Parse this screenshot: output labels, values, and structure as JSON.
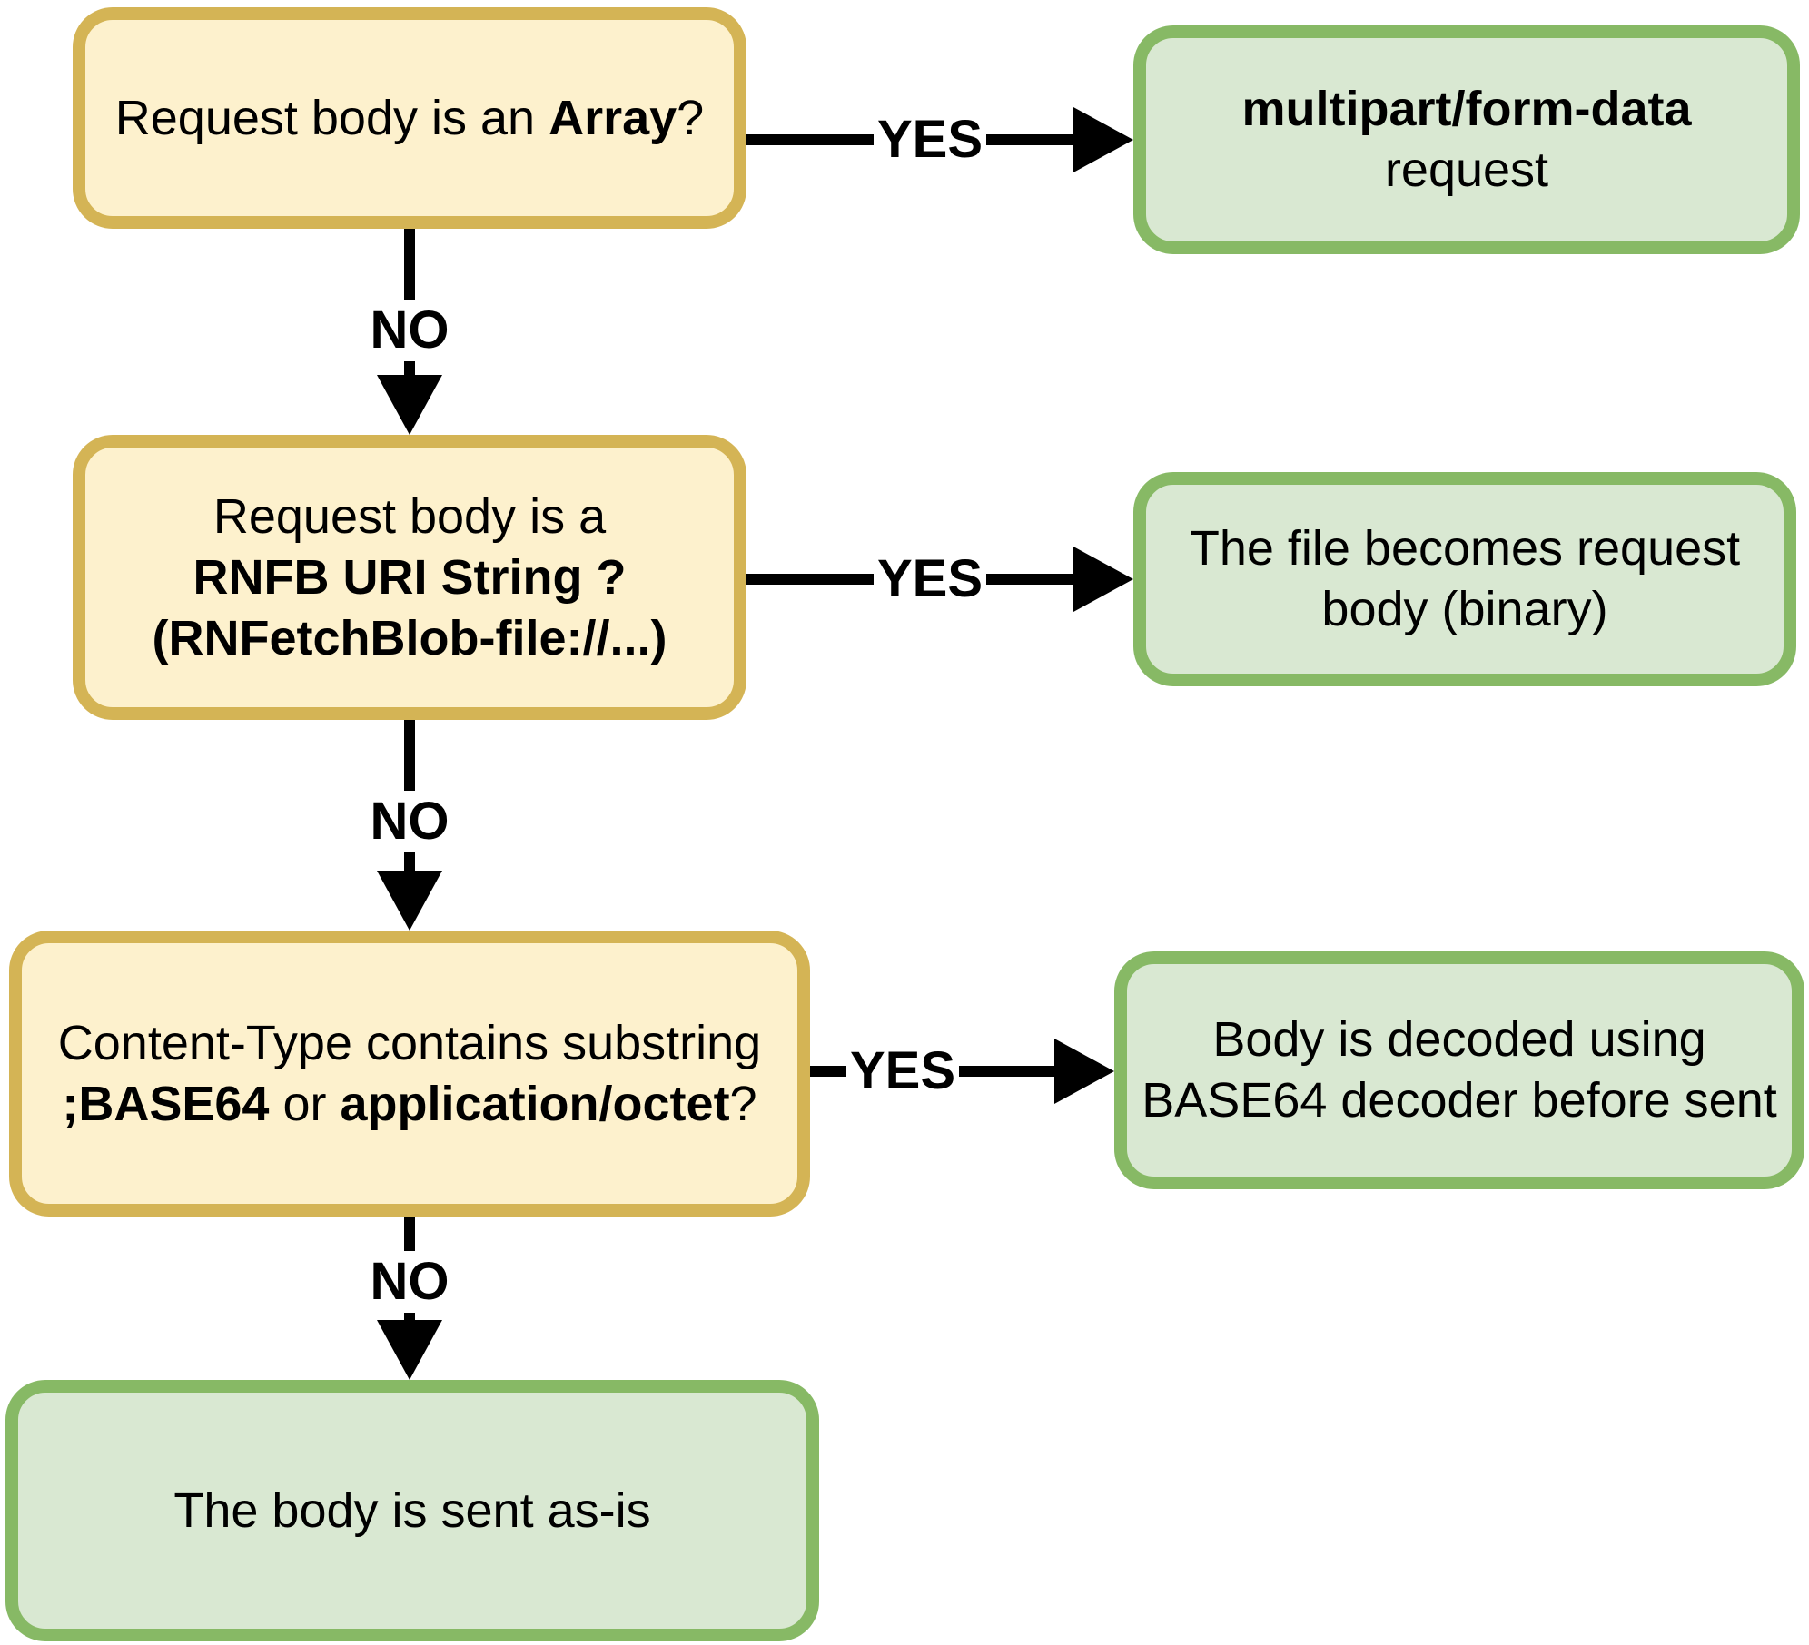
{
  "colors": {
    "question-fill": "#fdf1cd",
    "question-border": "#d4b455",
    "result-fill": "#d9e8d2",
    "result-border": "#87b965",
    "line-color": "#000000"
  },
  "labels": {
    "yes": "YES",
    "no": "NO"
  },
  "nodes": {
    "q1": {
      "lines": [
        [
          "Request body is an ",
          "Array",
          "?"
        ]
      ]
    },
    "a1": {
      "lines": [
        [
          "multipart/form-data"
        ],
        [
          "request"
        ]
      ]
    },
    "q2": {
      "lines": [
        [
          "Request body is a"
        ],
        [
          "RNFB URI String ?"
        ],
        [
          "(RNFetchBlob-file://...)"
        ]
      ]
    },
    "a2": {
      "lines": [
        [
          "The file becomes request"
        ],
        [
          "body (binary)"
        ]
      ]
    },
    "q3": {
      "lines": [
        [
          "Content-Type contains substring"
        ],
        [
          ";BASE64",
          " or ",
          "application/octet",
          "?"
        ]
      ]
    },
    "a3": {
      "lines": [
        [
          "Body is decoded using"
        ],
        [
          "BASE64 decoder before sent"
        ]
      ]
    },
    "end": {
      "lines": [
        [
          "The body is sent as-is"
        ]
      ]
    }
  }
}
